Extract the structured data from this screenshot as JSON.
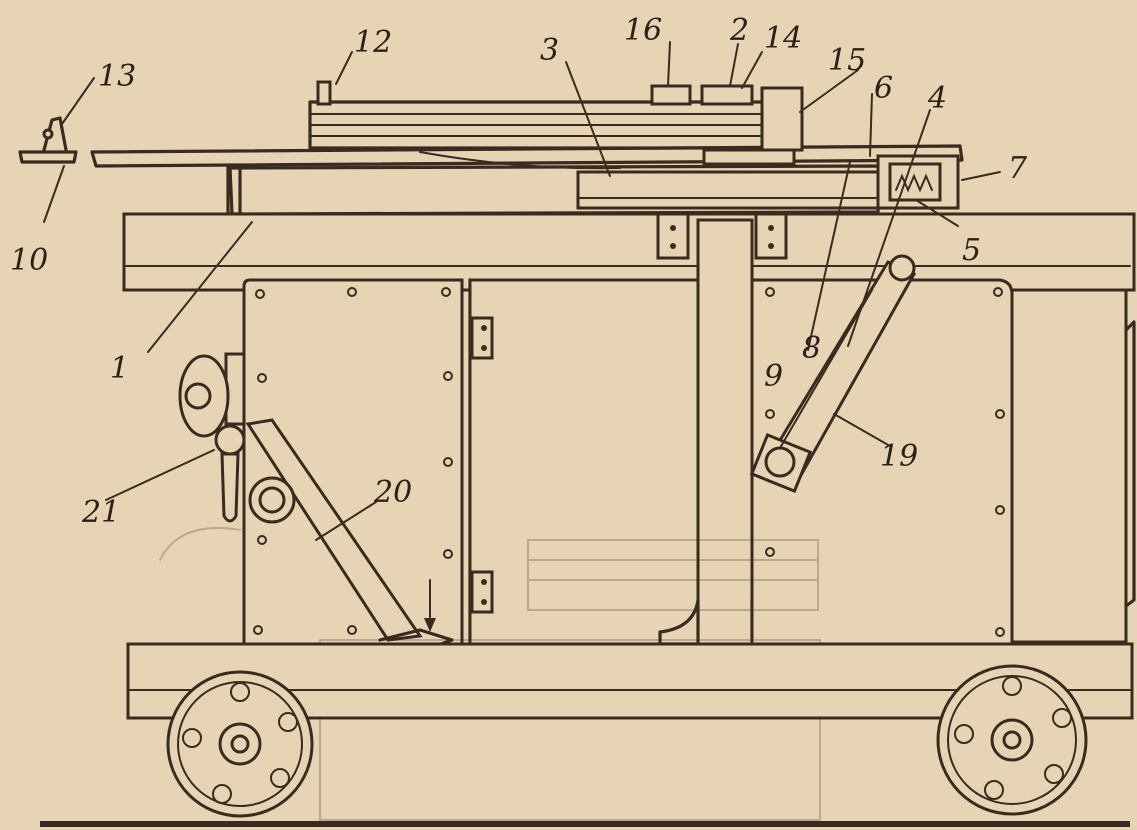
{
  "labels": {
    "l1": "1",
    "l2": "2",
    "l3": "3",
    "l4": "4",
    "l5": "5",
    "l6": "6",
    "l7": "7",
    "l8": "8",
    "l9": "9",
    "l10": "10",
    "l12": "12",
    "l13": "13",
    "l14": "14",
    "l15": "15",
    "l16": "16",
    "l19": "19",
    "l20": "20",
    "l21": "21"
  },
  "colors": {
    "paper": "#e7d4b4",
    "ink": "#3a2b20"
  }
}
